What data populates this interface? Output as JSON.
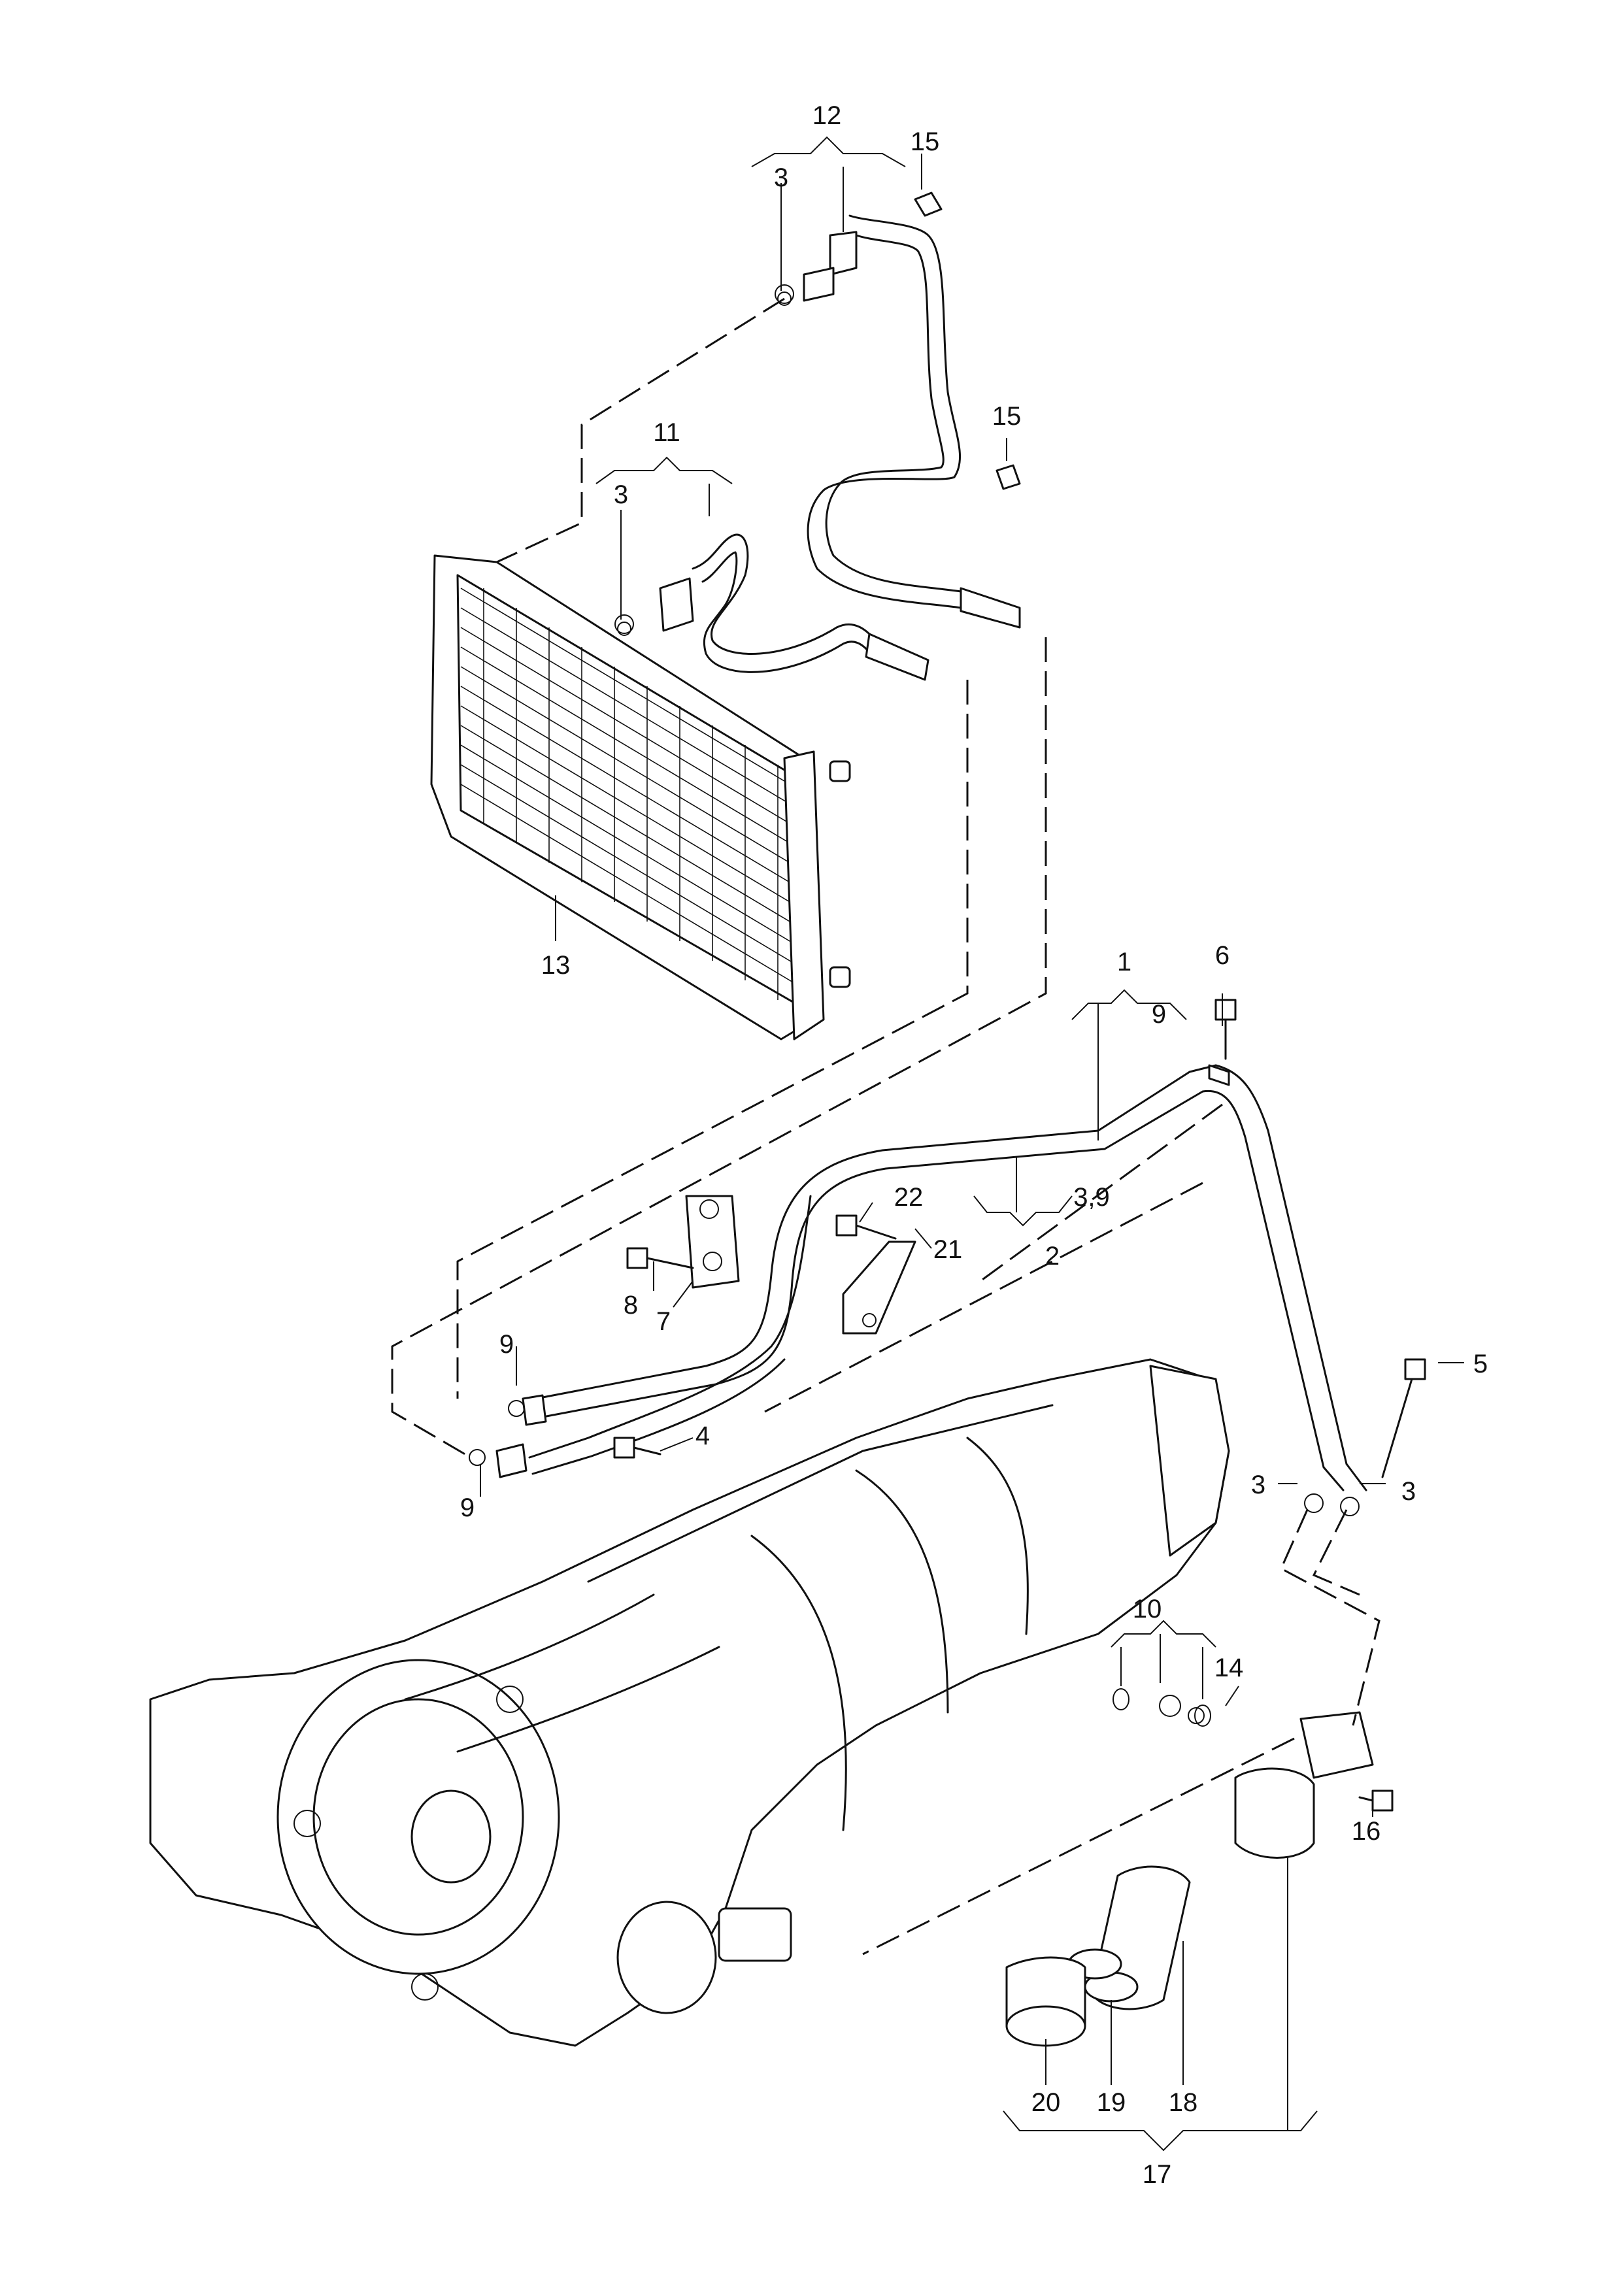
{
  "callouts": {
    "c1": "1",
    "c2": "2",
    "c3_9": "3,9",
    "c9_top": "9",
    "c3_a": "3",
    "c3_b": "3",
    "c3_c": "3",
    "c3_d": "3",
    "c4": "4",
    "c5": "5",
    "c6": "6",
    "c7": "7",
    "c8": "8",
    "c9_a": "9",
    "c9_b": "9",
    "c10": "10",
    "c11": "11",
    "c12": "12",
    "c13": "13",
    "c14": "14",
    "c15_a": "15",
    "c15_b": "15",
    "c16": "16",
    "c17": "17",
    "c18": "18",
    "c19": "19",
    "c20": "20",
    "c21": "21",
    "c22": "22"
  },
  "colors": {
    "line": "#111111",
    "background": "#ffffff"
  }
}
